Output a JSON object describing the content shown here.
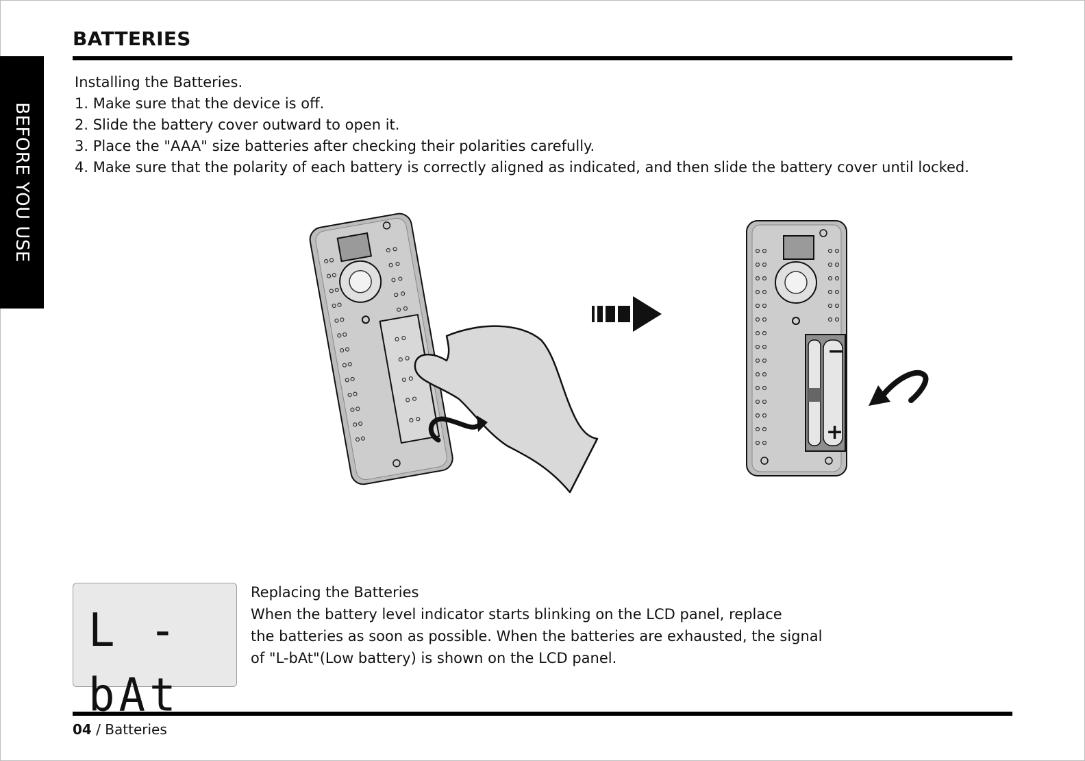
{
  "header": {
    "title": "BATTERIES"
  },
  "side_tab": {
    "label": "BEFORE YOU USE"
  },
  "install": {
    "heading": "Installing the Batteries.",
    "steps": [
      "1. Make sure that the device is off.",
      "2. Slide the battery cover outward to open it.",
      "3. Place the \"AAA\" size batteries after checking their polarities carefully.",
      "4. Make sure that the polarity of each battery is correctly aligned as indicated, and then slide the battery cover until locked."
    ]
  },
  "lcd": {
    "display": "L -bAt"
  },
  "replace": {
    "heading": "Replacing the Batteries",
    "lines": [
      "When the battery level indicator starts blinking on the LCD panel, replace",
      "the batteries as soon as possible. When the batteries are exhausted, the signal",
      "of \"L-bAt\"(Low battery) is shown on the LCD panel."
    ]
  },
  "footer": {
    "page_number": "04",
    "separator": " / ",
    "section": "Batteries"
  },
  "colors": {
    "ink": "#000000",
    "device_body": "#bdbdbd",
    "device_panel": "#d4d4d4",
    "lcd_bg": "#e9e9e9"
  }
}
